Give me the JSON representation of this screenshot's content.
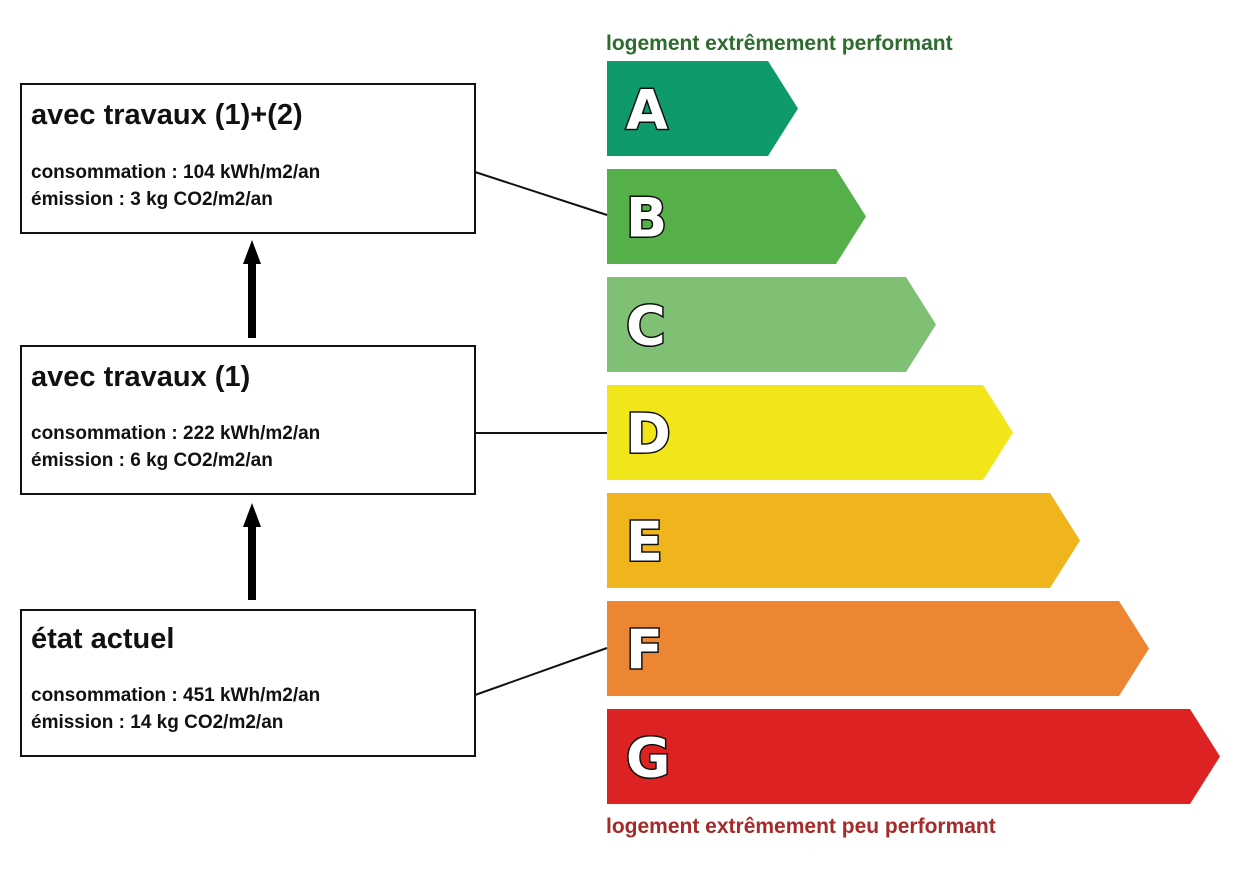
{
  "scale": {
    "top_caption": "logement extrêmement performant",
    "top_caption_color": "#2e6b2e",
    "bottom_caption": "logement extrêmement peu performant",
    "bottom_caption_color": "#a52a2a",
    "classes": [
      {
        "letter": "A",
        "color": "#0f9a6c"
      },
      {
        "letter": "B",
        "color": "#56b049"
      },
      {
        "letter": "C",
        "color": "#7fc075"
      },
      {
        "letter": "D",
        "color": "#f2e61a"
      },
      {
        "letter": "E",
        "color": "#f0b41c"
      },
      {
        "letter": "F",
        "color": "#ec8633"
      },
      {
        "letter": "G",
        "color": "#dc2222"
      }
    ]
  },
  "states": [
    {
      "title": "avec travaux (1)+(2)",
      "consommation": "consommation : 104 kWh/m2/an",
      "emission": "émission : 3 kg CO2/m2/an",
      "class": "B"
    },
    {
      "title": "avec travaux (1)",
      "consommation": "consommation : 222 kWh/m2/an",
      "emission": "émission : 6 kg CO2/m2/an",
      "class": "D"
    },
    {
      "title": "état actuel",
      "consommation": "consommation : 451 kWh/m2/an",
      "emission": "émission : 14 kg CO2/m2/an",
      "class": "F"
    }
  ]
}
